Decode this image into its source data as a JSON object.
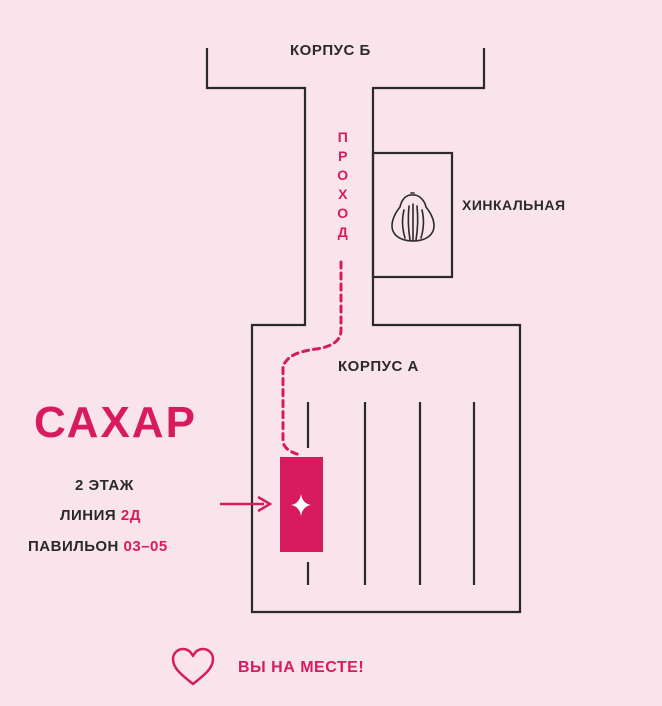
{
  "labels": {
    "korpus_b": "КОРПУС Б",
    "korpus_a": "КОРПУС А",
    "khinkalnaya": "ХИНКАЛЬНАЯ",
    "passage_letters": [
      "П",
      "Р",
      "О",
      "Х",
      "О",
      "Д"
    ]
  },
  "store": {
    "name": "САХАР",
    "floor": "2 ЭТАЖ",
    "line_prefix": "ЛИНИЯ",
    "line_value": "2Д",
    "pavilion_prefix": "ПАВИЛЬОН",
    "pavilion_value": "03–05"
  },
  "footer": {
    "you_are_here": "ВЫ НА МЕСТЕ!"
  },
  "icons": [
    "khinkali-icon",
    "sparkle-icon",
    "arrow-right-icon",
    "heart-icon"
  ],
  "colors": {
    "background": "#f8e4ea",
    "accent": "#d81b5f",
    "lines": "#2a2a2a"
  }
}
